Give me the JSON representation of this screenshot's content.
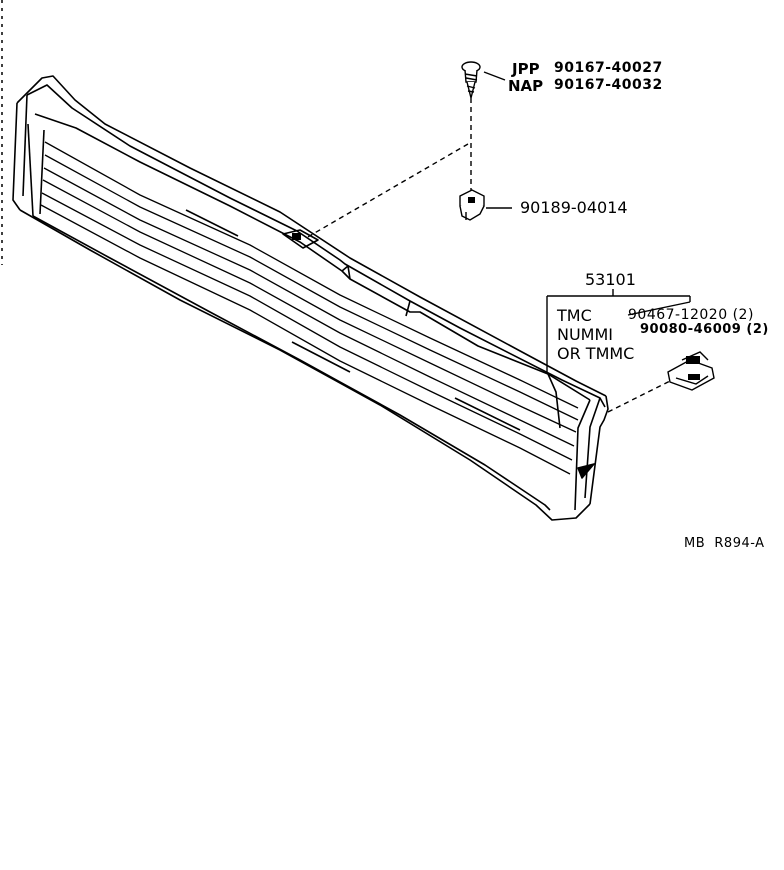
{
  "labels": {
    "screw_region_1": "JPP",
    "screw_part_1": "90167-40027",
    "screw_region_2": "NAP",
    "screw_part_2": "90167-40032",
    "clip_part": "90189-04014",
    "assembly_number": "53101",
    "maker_1": "TMC",
    "maker_1_part": "90467-12020 (2)",
    "maker_2": "NUMMI",
    "maker_2_part": "90080-46009 (2)",
    "maker_3": "OR TMMC",
    "diagram_code": "MB  R894-A"
  },
  "colors": {
    "ink": "#000000",
    "paper": "#ffffff"
  }
}
